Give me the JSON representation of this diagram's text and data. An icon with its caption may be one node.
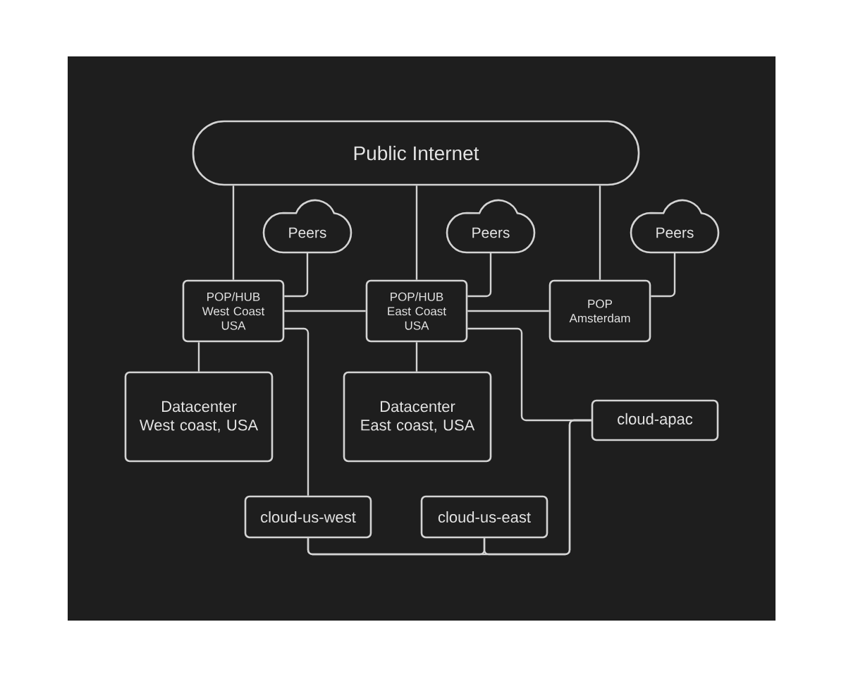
{
  "diagram": {
    "nodes": [
      {
        "text": [
          "Public Internet"
        ]
      },
      {
        "text": [
          "Peers"
        ]
      },
      {
        "text": [
          "Peers"
        ]
      },
      {
        "text": [
          "Peers"
        ]
      },
      {
        "text": [
          "POP/HUB West Coast USA"
        ]
      },
      {
        "text": [
          "POP/HUB East Coast USA"
        ]
      },
      {
        "text": [
          "POP Amsterdam"
        ]
      },
      {
        "text": [
          "Datacenter West coast, USA"
        ]
      },
      {
        "text": [
          "Datacenter East coast, USA"
        ]
      },
      {
        "text": [
          "cloud-apac"
        ]
      },
      {
        "text": [
          "cloud-us-west"
        ]
      },
      {
        "text": [
          "cloud-us-east"
        ]
      }
    ],
    "edges": [
      {
        "from": 0,
        "to": 4,
        "arrow": "none"
      },
      {
        "from": 0,
        "to": 5,
        "arrow": "none"
      },
      {
        "from": 0,
        "to": 6,
        "arrow": "none"
      },
      {
        "from": 1,
        "to": 4,
        "arrow": "none"
      },
      {
        "from": 2,
        "to": 5,
        "arrow": "none"
      },
      {
        "from": 3,
        "to": 6,
        "arrow": "none"
      },
      {
        "from": 4,
        "to": 5,
        "arrow": "none"
      },
      {
        "from": 5,
        "to": 6,
        "arrow": "none"
      },
      {
        "from": 4,
        "to": 7,
        "arrow": "none"
      },
      {
        "from": 5,
        "to": 8,
        "arrow": "none"
      },
      {
        "from": 4,
        "to": 10,
        "arrow": "none"
      },
      {
        "from": 5,
        "to": 9,
        "arrow": "none"
      },
      {
        "from": 10,
        "to": 11,
        "arrow": "none"
      },
      {
        "from": 11,
        "to": 9,
        "arrow": "none"
      },
      {
        "from": 10,
        "to": 9,
        "arrow": "none"
      }
    ]
  }
}
